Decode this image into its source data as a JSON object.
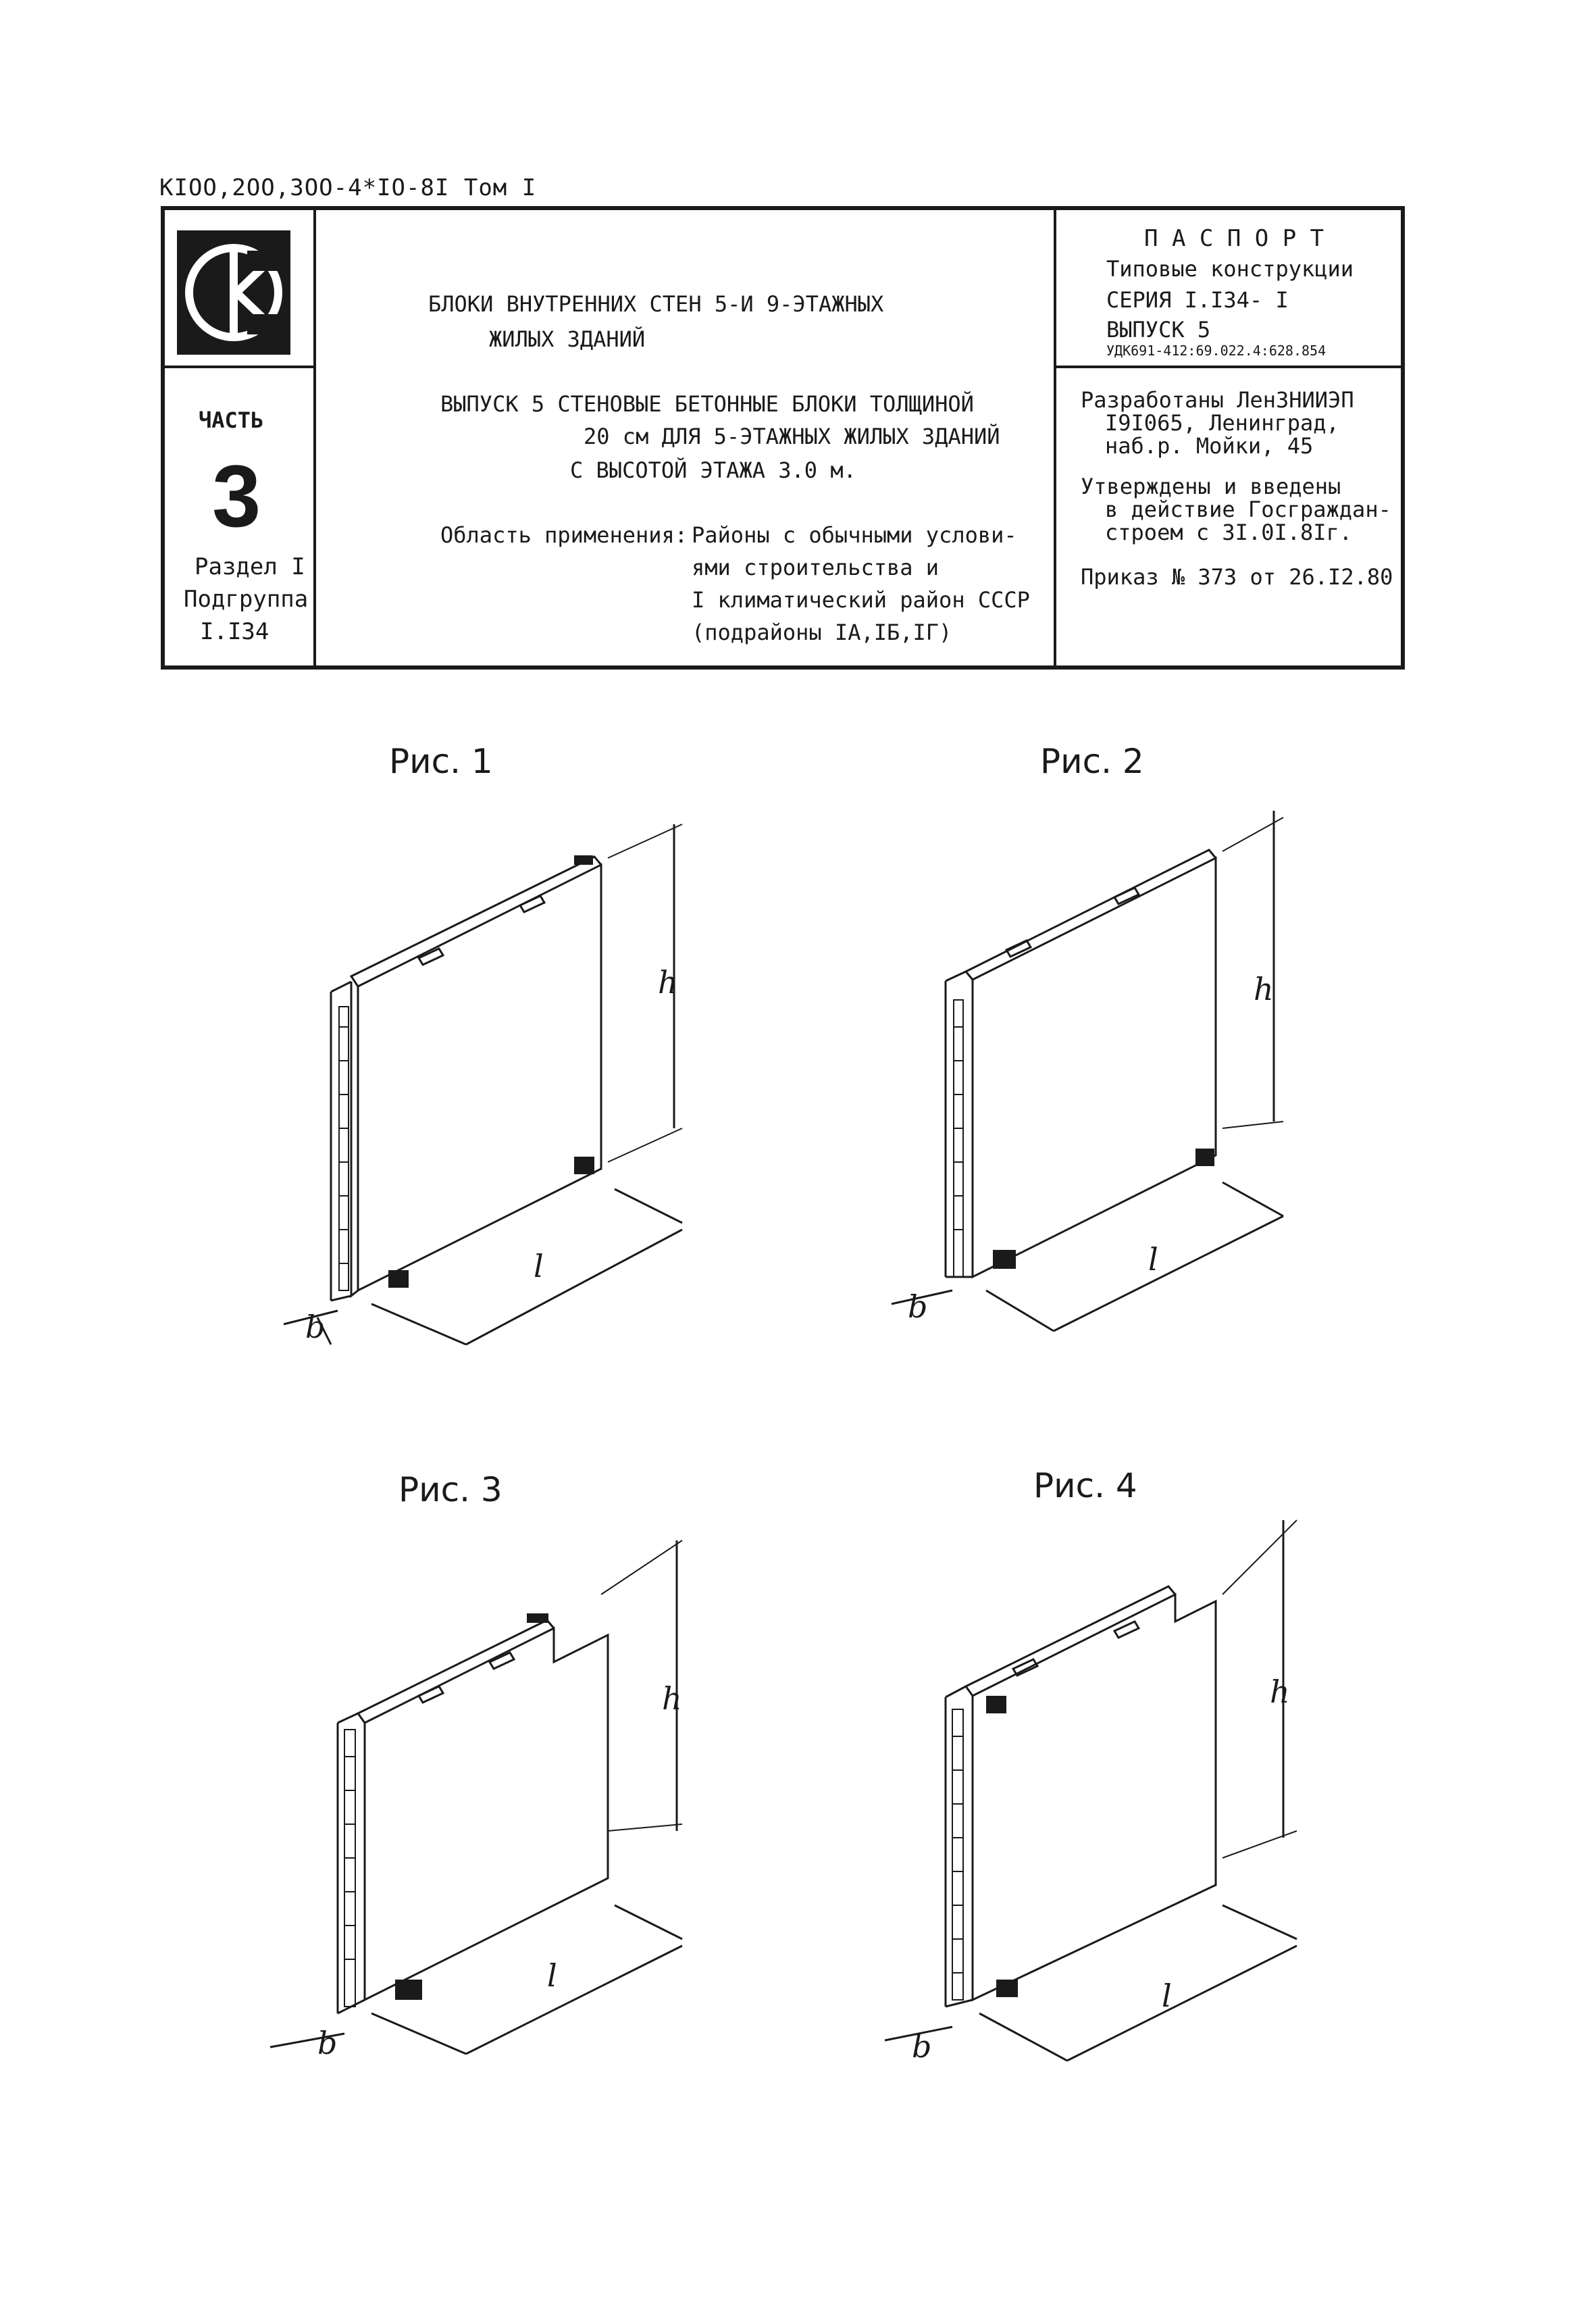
{
  "header": {
    "doc_code": "KIOO,2OO,3OO-4*IO-8I Том I"
  },
  "stamp": {
    "logo_text": "СК",
    "part_label": "ЧАСТЬ",
    "part_number": "3",
    "section": "Раздел I",
    "subgroup": "Подгруппа",
    "subgroup_code": "I.I34",
    "title_line1": "БЛОКИ ВНУТРЕННИХ СТЕН 5-И 9-ЭТАЖНЫХ",
    "title_line2": "ЖИЛЫХ ЗДАНИЙ",
    "issue_line1": "ВЫПУСК 5  СТЕНОВЫЕ БЕТОННЫЕ БЛОКИ ТОЛЩИНОЙ",
    "issue_line2": "20 см ДЛЯ 5-ЭТАЖНЫХ ЖИЛЫХ ЗДАНИЙ",
    "issue_line3": "С ВЫСОТОЙ ЭТАЖА 3.0 м.",
    "scope_label": "Область применения:",
    "scope_line1": "Районы с обычными услови-",
    "scope_line2": "ями строительства и",
    "scope_line3": "I климатический район СССР",
    "scope_line4": "(подрайоны IA,IБ,IГ)",
    "passport": "П А С П О Р Т",
    "types": "Типовые конструкции",
    "series": "СЕРИЯ I.I34- I",
    "issue": "ВЫПУСК 5",
    "udk": "УДК691-412:69.022.4:628.854",
    "developed_line1": "Разработаны ЛенЗНИИЭП",
    "developed_line2": "I9I065, Ленинград,",
    "developed_line3": "наб.р. Мойки, 45",
    "approved_line1": "Утверждены и введены",
    "approved_line2": "в действие Госграждан-",
    "approved_line3": "строем с  3I.0I.8Iг.",
    "order": "Приказ № 373  от 26.I2.80"
  },
  "figures": [
    {
      "title": "Рис. 1",
      "h": "h",
      "l": "l",
      "b": "b"
    },
    {
      "title": "Рис. 2",
      "h": "h",
      "l": "l",
      "b": "b"
    },
    {
      "title": "Рис. 3",
      "h": "h",
      "l": "l",
      "b": "b"
    },
    {
      "title": "Рис. 4",
      "h": "h",
      "l": "l",
      "b": "b"
    }
  ]
}
